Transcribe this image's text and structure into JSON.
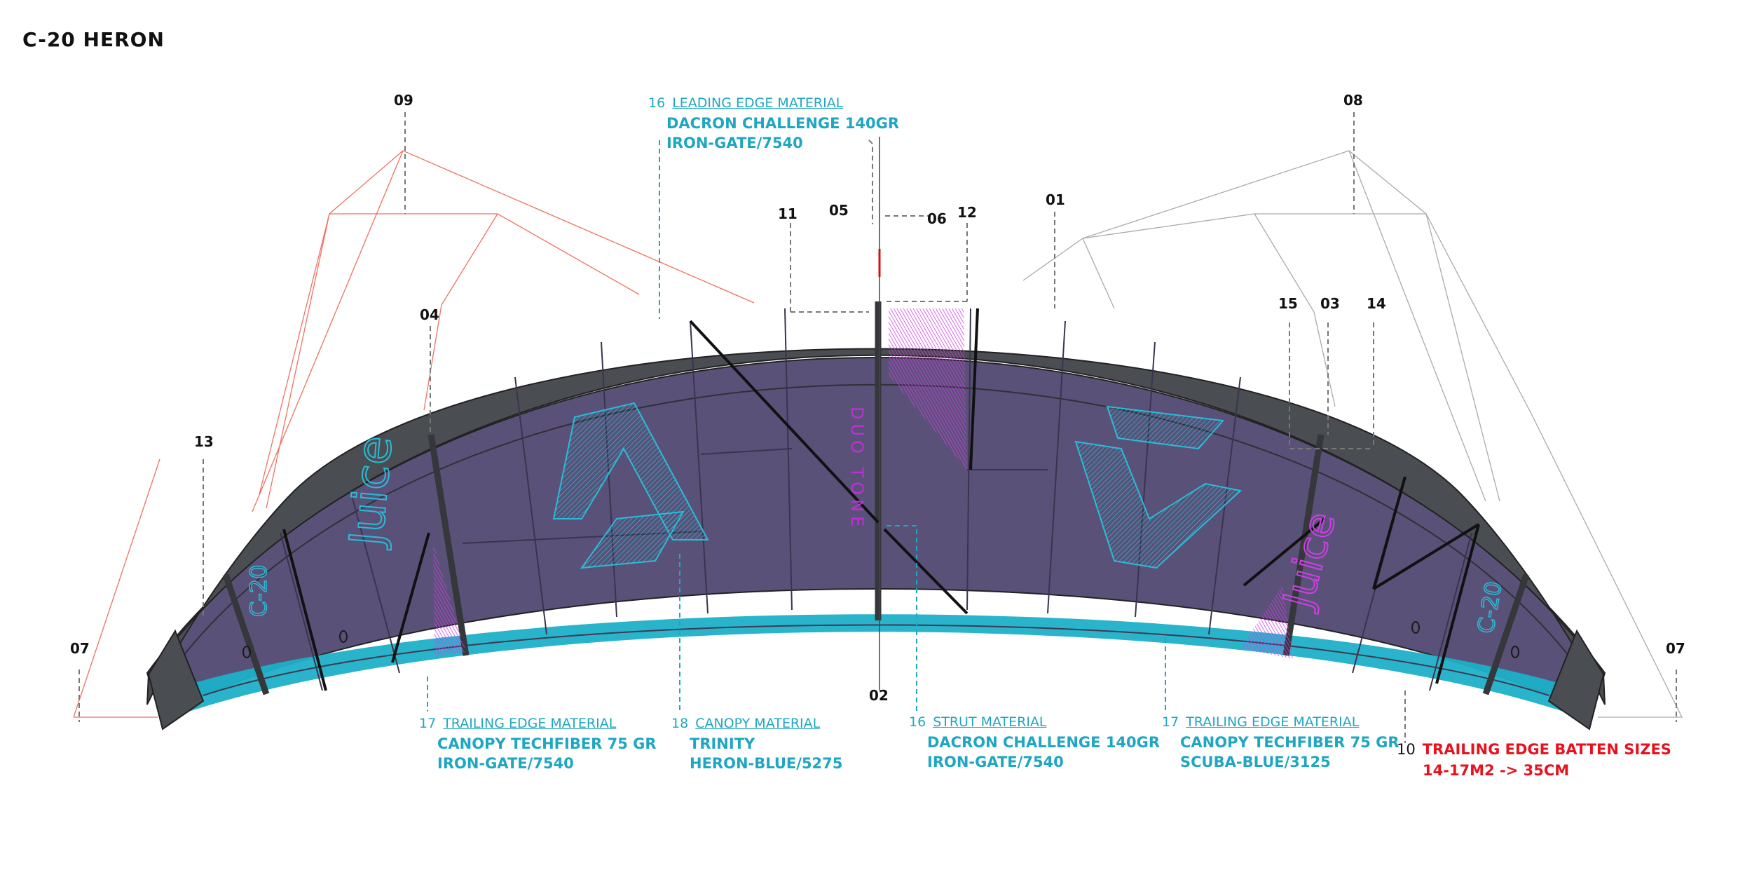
{
  "title": "C-20 HERON",
  "callouts": {
    "c01": "01",
    "c02": "02",
    "c03": "03",
    "c04": "04",
    "c05": "05",
    "c06": "06",
    "c07l": "07",
    "c07r": "07",
    "c08": "08",
    "c09": "09",
    "c11": "11",
    "c12": "12",
    "c13": "13",
    "c14": "14",
    "c15": "15"
  },
  "labels": {
    "leading_edge": {
      "index": "16",
      "heading": "LEADING EDGE MATERIAL",
      "line1": "DACRON CHALLENGE 140GR",
      "line2": "IRON-GATE/7540"
    },
    "trailing_left": {
      "index": "17",
      "heading": "TRAILING EDGE MATERIAL",
      "line1": "CANOPY TECHFIBER 75 GR",
      "line2": "IRON-GATE/7540"
    },
    "canopy": {
      "index": "18",
      "heading": "CANOPY MATERIAL",
      "line1": "TRINITY",
      "line2": "HERON-BLUE/5275"
    },
    "strut": {
      "index": "16",
      "heading": "STRUT MATERIAL",
      "line1": "DACRON CHALLENGE 140GR",
      "line2": "IRON-GATE/7540"
    },
    "trailing_right": {
      "index": "17",
      "heading": "TRAILING EDGE MATERIAL",
      "line1": "CANOPY TECHFIBER 75 GR",
      "line2": "SCUBA-BLUE/3125"
    },
    "batten": {
      "index": "10",
      "line1": "TRAILING EDGE BATTEN SIZES",
      "line2": "14-17M2 -> 35CM"
    }
  },
  "graphics": {
    "left_wordmark": "Juice",
    "right_wordmark": "Juice",
    "center_logo": "DUO TONE",
    "tip_model": "C-20"
  },
  "colors": {
    "canopy": "#5a5178",
    "leading_edge": "#4a4d52",
    "trailing_edge": "#1eb0c8",
    "accent_cyan": "#1fa6c2",
    "accent_magenta": "#c02fd8",
    "bridle_left": "#f0685a",
    "bridle_right": "#a9a9a9",
    "batten_text": "#e8121f"
  }
}
